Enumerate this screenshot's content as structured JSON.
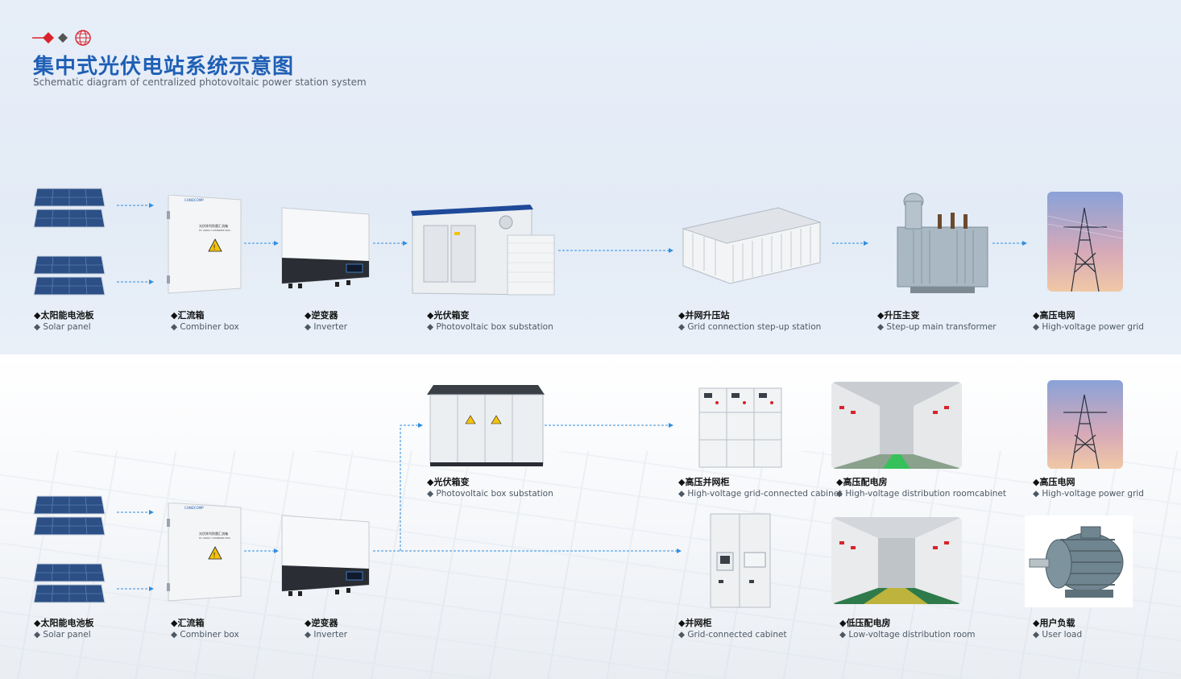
{
  "header": {
    "title": "集中式光伏电站系统示意图",
    "subtitle": "Schematic diagram of centralized photovoltaic power station system"
  },
  "colors": {
    "accent_blue": "#1f5fb5",
    "accent_red": "#d9232b",
    "arrow_blue": "#2f8ee0"
  },
  "top_row": [
    {
      "zh": "◆太阳能电池板",
      "en": "◆ Solar panel"
    },
    {
      "zh": "◆汇流箱",
      "en": "◆ Combiner box"
    },
    {
      "zh": "◆逆变器",
      "en": "◆ Inverter"
    },
    {
      "zh": "◆光伏箱变",
      "en": "◆ Photovoltaic box substation"
    },
    {
      "zh": "◆并网升压站",
      "en": "◆ Grid connection step-up station"
    },
    {
      "zh": "◆升压主变",
      "en": "◆ Step-up main transformer"
    },
    {
      "zh": "◆高压电网",
      "en": "◆ High-voltage power grid"
    }
  ],
  "bottom_row": [
    {
      "zh": "◆太阳能电池板",
      "en": "◆ Solar panel"
    },
    {
      "zh": "◆汇流箱",
      "en": "◆ Combiner box"
    },
    {
      "zh": "◆逆变器",
      "en": "◆ Inverter"
    },
    {
      "zh": "◆光伏箱变",
      "en": "◆ Photovoltaic box substation"
    },
    {
      "zh": "◆高压并网柜",
      "en": "◆ High-voltage grid-connected cabinet"
    },
    {
      "zh": "◆高压配电房",
      "en": "◆ High-voltage distribution roomcabinet"
    },
    {
      "zh": "◆高压电网",
      "en": "◆ High-voltage power grid"
    },
    {
      "zh": "◆并网柜",
      "en": "◆ Grid-connected cabinet"
    },
    {
      "zh": "◆低压配电房",
      "en": "◆ Low-voltage distribution room"
    },
    {
      "zh": "◆用户负载",
      "en": "◆ User load"
    }
  ],
  "device_text": {
    "combiner_box_title": "光伏阵列防雷汇流箱",
    "combiner_box_sub": "PV ARRAY COMBINER BOX",
    "brand": "CHNDCOMP"
  }
}
